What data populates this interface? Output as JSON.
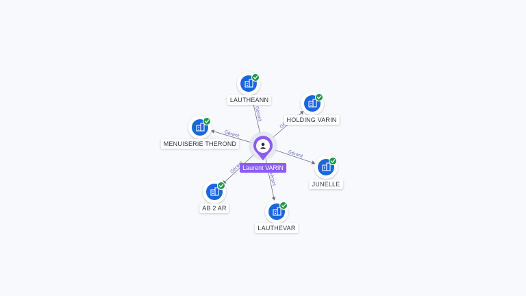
{
  "center": {
    "name": "Laurent VARIN",
    "icon": "person-icon",
    "color": "#8b5cf6"
  },
  "relation_label": "Gérant",
  "companies": [
    {
      "name": "LAUTHEANN",
      "icon": "company-building-icon",
      "status": "verified-check-icon"
    },
    {
      "name": "HOLDING VARIN",
      "icon": "company-building-icon",
      "status": "verified-check-icon"
    },
    {
      "name": "MENUISERIE THEROND",
      "icon": "company-building-icon",
      "status": "verified-check-icon"
    },
    {
      "name": "JUNELLE",
      "icon": "company-building-icon",
      "status": "verified-check-icon"
    },
    {
      "name": "AB 2 AR",
      "icon": "company-building-icon",
      "status": "verified-check-icon"
    },
    {
      "name": "LAUTHEVAR",
      "icon": "company-building-icon",
      "status": "verified-check-icon"
    }
  ],
  "colors": {
    "company_fill": "#1a66dd",
    "check_fill": "#1f9a4a",
    "person_fill": "#8b5cf6"
  }
}
